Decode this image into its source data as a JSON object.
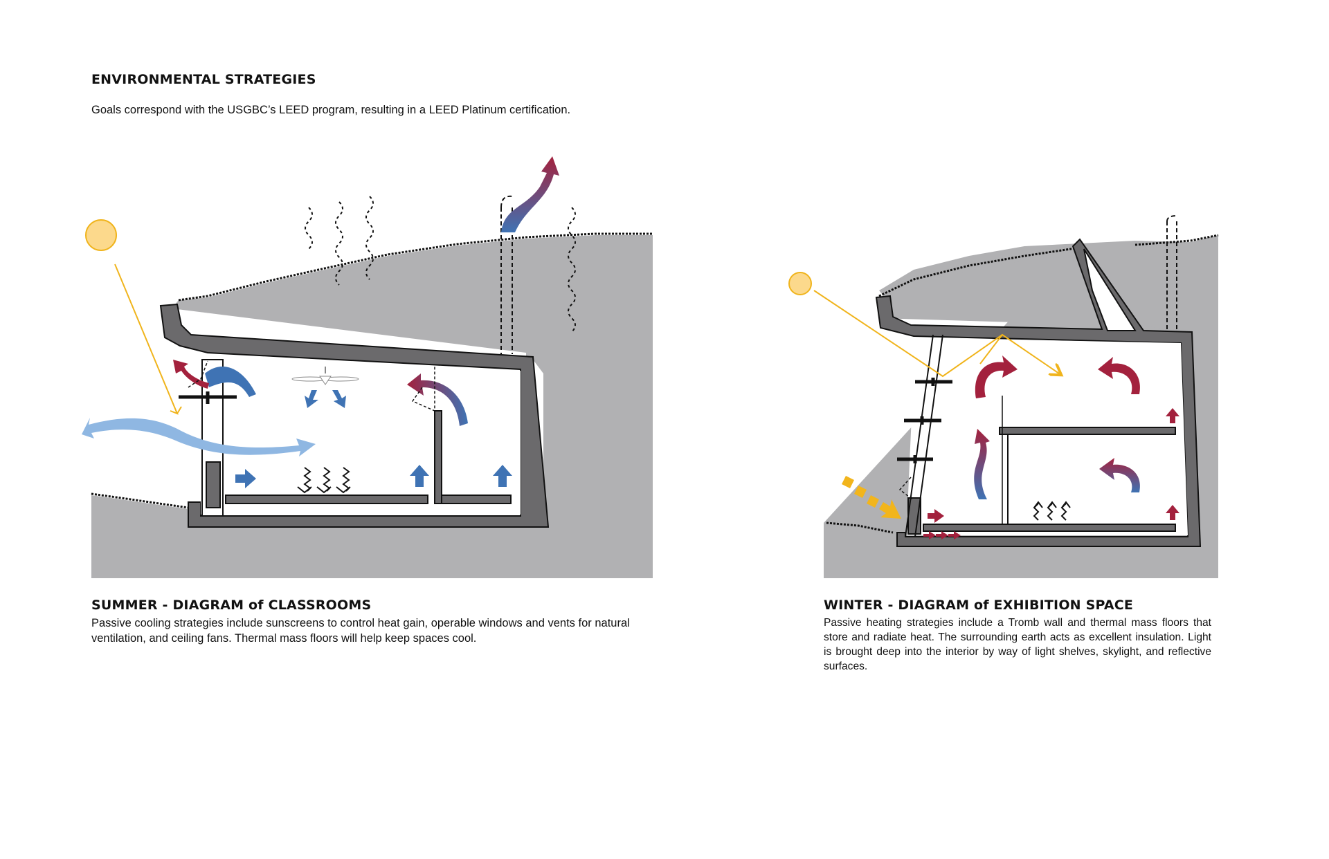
{
  "header": {
    "title": "ENVIRONMENTAL STRATEGIES",
    "subtitle": "Goals correspond with the USGBC’s LEED program, resulting in a LEED Platinum certification."
  },
  "summer": {
    "title": "SUMMER - DIAGRAM of CLASSROOMS",
    "description": "Passive cooling strategies include sunscreens to control heat gain, operable windows  and vents for natural ventilation, and ceiling fans. Thermal mass floors will help keep spaces cool."
  },
  "winter": {
    "title": "WINTER - DIAGRAM of EXHIBITION SPACE",
    "description": "Passive heating strategies include a Tromb wall and thermal mass floors that store and radiate heat. The surrounding earth acts as excellent insulation. Light is brought deep into the interior by way of light shelves, skylight, and reflective surfaces."
  },
  "colors": {
    "earth": "#b1b1b3",
    "structure": "#6b6a6c",
    "sun": "#fcd98c",
    "sun_ray": "#f0b41c",
    "warm_arrow": "#a3213d",
    "cool_arrow": "#3f73b4",
    "light_blue_arrow": "#8fb7e2",
    "solar_gain": "#f2b51c"
  }
}
